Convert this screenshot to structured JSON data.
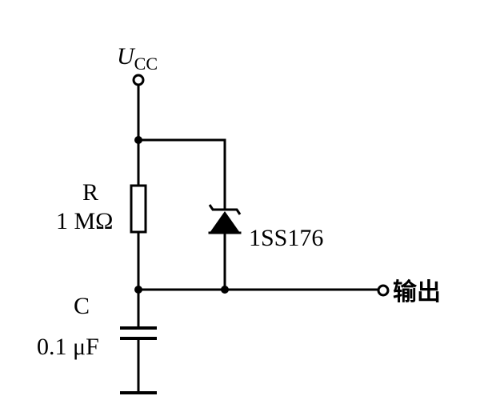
{
  "supply": {
    "symbol": "U",
    "subscript": "CC"
  },
  "resistor": {
    "name": "R",
    "value": "1 MΩ"
  },
  "capacitor": {
    "name": "C",
    "value": "0.1 μF"
  },
  "diode": {
    "part": "1SS176"
  },
  "output": {
    "label": "输出"
  }
}
